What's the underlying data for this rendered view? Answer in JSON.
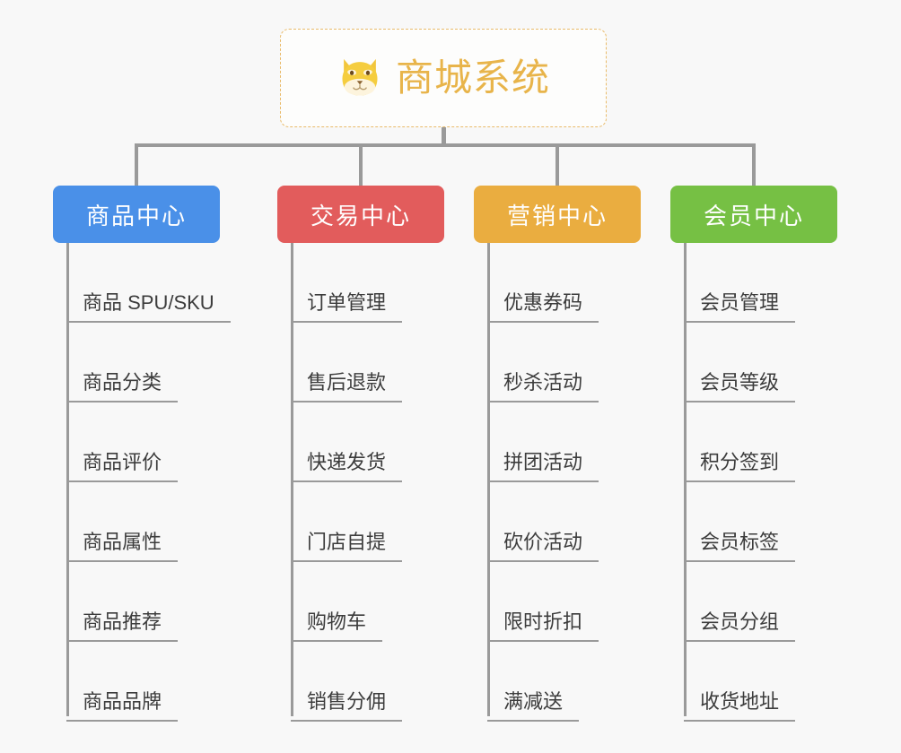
{
  "background_color": "#f8f8f8",
  "root": {
    "icon": "shiba-dog-face-icon",
    "title": "商城系统",
    "title_color": "#e8b44a",
    "border_color": "#e9bb6a"
  },
  "connector_color": "#9a9a9a",
  "columns": [
    {
      "id": "product-center",
      "title": "商品中心",
      "color": "#4a90e8",
      "items": [
        "商品 SPU/SKU",
        "商品分类",
        "商品评价",
        "商品属性",
        "商品推荐",
        "商品品牌"
      ]
    },
    {
      "id": "trade-center",
      "title": "交易中心",
      "color": "#e25c5c",
      "items": [
        "订单管理",
        "售后退款",
        "快递发货",
        "门店自提",
        "购物车",
        "销售分佣"
      ]
    },
    {
      "id": "marketing-center",
      "title": "营销中心",
      "color": "#eaad40",
      "items": [
        "优惠券码",
        "秒杀活动",
        "拼团活动",
        "砍价活动",
        "限时折扣",
        "满减送"
      ]
    },
    {
      "id": "member-center",
      "title": "会员中心",
      "color": "#76c044",
      "items": [
        "会员管理",
        "会员等级",
        "积分签到",
        "会员标签",
        "会员分组",
        "收货地址"
      ]
    }
  ]
}
